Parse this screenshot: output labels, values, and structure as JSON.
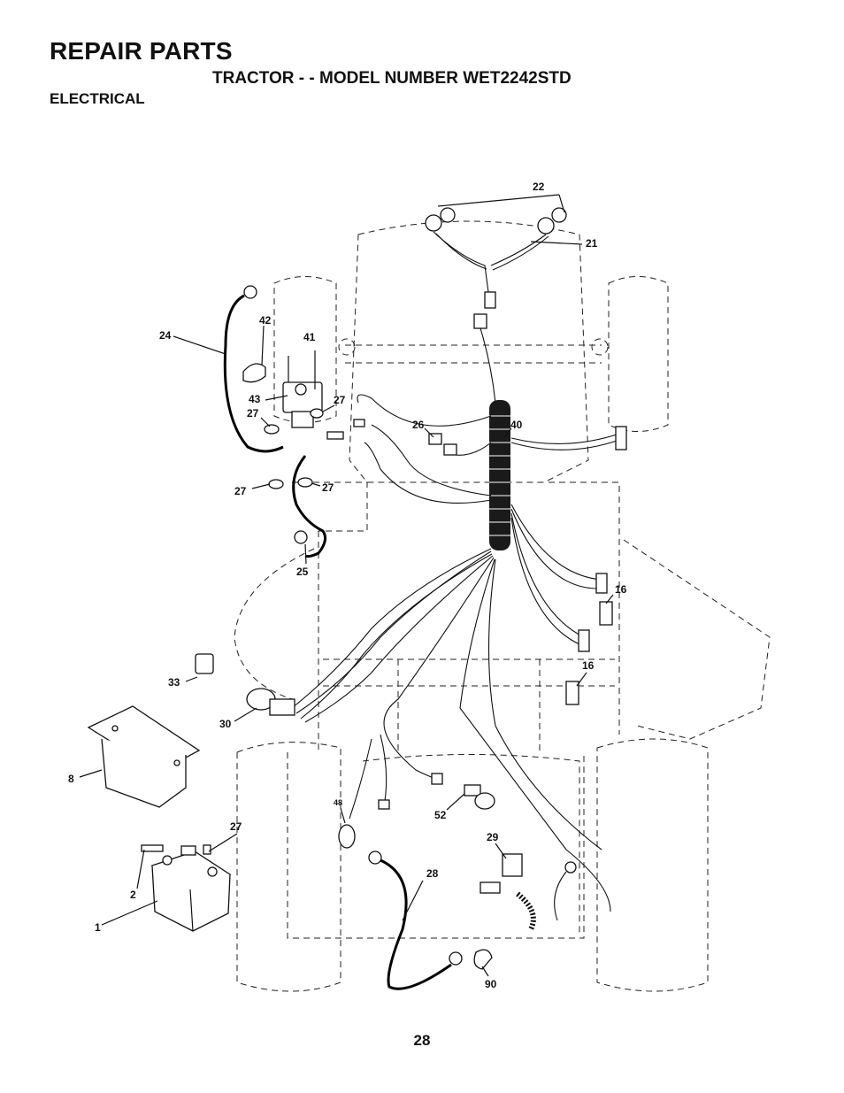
{
  "header": {
    "title": "REPAIR PARTS",
    "subtitle": "TRACTOR - - MODEL NUMBER WET2242STD",
    "section": "ELECTRICAL"
  },
  "callouts": {
    "c1": "1",
    "c2": "2",
    "c8": "8",
    "c16a": "16",
    "c16b": "16",
    "c21": "21",
    "c22": "22",
    "c24": "24",
    "c25": "25",
    "c26": "26",
    "c27a": "27",
    "c27b": "27",
    "c27c": "27",
    "c27d": "27",
    "c27e": "27",
    "c28": "28",
    "c29": "29",
    "c30": "30",
    "c33": "33",
    "c40": "40",
    "c41": "41",
    "c42": "42",
    "c43": "43",
    "c48": "48",
    "c52": "52",
    "c90": "90"
  },
  "footer": {
    "page_number": "28"
  }
}
